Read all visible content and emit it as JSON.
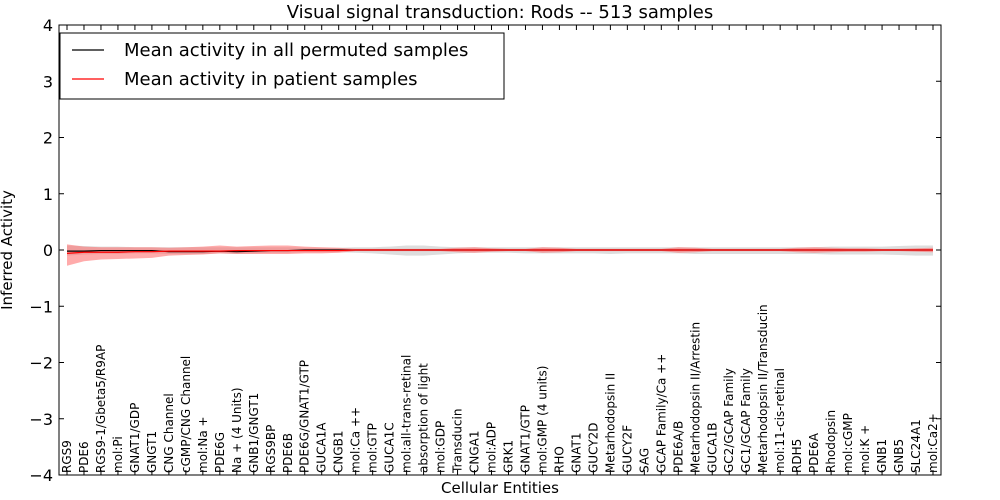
{
  "chart_data": {
    "type": "line",
    "title": "Visual signal transduction: Rods -- 513 samples",
    "xlabel": "Cellular Entities",
    "ylabel": "Inferred Activity",
    "ylim": [
      -4,
      4
    ],
    "yticks": [
      4,
      3,
      2,
      1,
      0,
      -1,
      -2,
      -3,
      -4
    ],
    "ytick_labels": [
      "4",
      "3",
      "2",
      "1",
      "0",
      "−1",
      "−2",
      "−3",
      "−4"
    ],
    "legend_placement": "top-left",
    "grid": false,
    "categories": [
      "RGS9",
      "PDE6",
      "RGS9-1/Gbeta5/R9AP",
      "mol:Pi",
      "GNAT1/GDP",
      "GNGT1",
      "CNG Channel",
      "cGMP/CNG Channel",
      "mol:Na +",
      "PDE6G",
      "Na + (4 Units)",
      "GNB1/GNGT1",
      "RGS9BP",
      "PDE6B",
      "PDE6G/GNAT1/GTP",
      "GUCA1A",
      "CNGB1",
      "mol:Ca ++",
      "mol:GTP",
      "GUCA1C",
      "mol:all-trans-retinal",
      "absorption of light",
      "mol:GDP",
      "Transducin",
      "CNGA1",
      "mol:ADP",
      "GRK1",
      "GNAT1/GTP",
      "mol:GMP (4 units)",
      "RHO",
      "GNAT1",
      "GUCY2D",
      "Metarhodopsin II",
      "GUCY2F",
      "SAG",
      "GCAP Family/Ca ++",
      "PDE6A/B",
      "Metarhodopsin II/Arrestin",
      "GUCA1B",
      "GC2/GCAP Family",
      "GC1/GCAP Family",
      "Metarhodopsin II/Transducin",
      "mol:11-cis-retinal",
      "RDH5",
      "PDE6A",
      "Rhodopsin",
      "mol:cGMP",
      "mol:K +",
      "GNB1",
      "GNB5",
      "SLC24A1",
      "mol:Ca2+"
    ],
    "series": [
      {
        "name": "Mean activity in all permuted samples",
        "color": "#000000",
        "band_color": "#b4b4b4",
        "values": [
          -0.02,
          -0.02,
          -0.01,
          -0.01,
          -0.01,
          -0.01,
          -0.03,
          -0.03,
          -0.03,
          -0.02,
          -0.03,
          -0.02,
          -0.01,
          -0.01,
          0.0,
          0.0,
          0.0,
          0.0,
          0.0,
          0.0,
          0.0,
          0.0,
          0.0,
          0.0,
          0.0,
          0.0,
          0.0,
          0.0,
          0.0,
          0.0,
          0.0,
          0.0,
          0.0,
          0.0,
          0.0,
          0.0,
          0.0,
          0.0,
          0.0,
          0.0,
          0.0,
          0.0,
          0.0,
          0.0,
          0.0,
          0.0,
          0.0,
          0.0,
          0.0,
          0.0,
          0.0,
          0.0
        ],
        "band_low": [
          -0.1,
          -0.08,
          -0.07,
          -0.07,
          -0.06,
          -0.06,
          -0.07,
          -0.07,
          -0.07,
          -0.06,
          -0.07,
          -0.06,
          -0.05,
          -0.05,
          -0.04,
          -0.04,
          -0.04,
          -0.05,
          -0.06,
          -0.08,
          -0.1,
          -0.1,
          -0.08,
          -0.06,
          -0.05,
          -0.05,
          -0.05,
          -0.06,
          -0.06,
          -0.06,
          -0.06,
          -0.06,
          -0.07,
          -0.06,
          -0.06,
          -0.06,
          -0.06,
          -0.07,
          -0.07,
          -0.07,
          -0.07,
          -0.07,
          -0.07,
          -0.07,
          -0.07,
          -0.08,
          -0.08,
          -0.08,
          -0.08,
          -0.09,
          -0.1,
          -0.1
        ],
        "band_high": [
          0.08,
          0.07,
          0.06,
          0.06,
          0.05,
          0.05,
          0.05,
          0.05,
          0.05,
          0.05,
          0.05,
          0.05,
          0.05,
          0.05,
          0.04,
          0.04,
          0.04,
          0.05,
          0.05,
          0.06,
          0.08,
          0.08,
          0.06,
          0.05,
          0.05,
          0.05,
          0.05,
          0.05,
          0.05,
          0.05,
          0.05,
          0.05,
          0.05,
          0.05,
          0.05,
          0.05,
          0.05,
          0.05,
          0.05,
          0.05,
          0.05,
          0.05,
          0.05,
          0.05,
          0.05,
          0.06,
          0.06,
          0.06,
          0.06,
          0.07,
          0.08,
          0.08
        ]
      },
      {
        "name": "Mean activity in patient samples",
        "color": "#ff0000",
        "band_color": "#ff6666",
        "values": [
          -0.06,
          -0.04,
          -0.04,
          -0.04,
          -0.03,
          -0.03,
          -0.02,
          -0.02,
          -0.02,
          -0.02,
          -0.01,
          -0.01,
          -0.01,
          -0.01,
          -0.01,
          -0.01,
          -0.01,
          0.0,
          0.0,
          0.0,
          0.0,
          0.0,
          0.0,
          0.0,
          0.0,
          0.0,
          0.0,
          0.0,
          0.0,
          0.0,
          0.0,
          0.0,
          0.0,
          0.0,
          0.0,
          0.0,
          0.0,
          0.0,
          0.0,
          0.0,
          0.0,
          0.0,
          0.0,
          0.0,
          0.0,
          0.0,
          0.0,
          0.0,
          0.0,
          0.0,
          0.0,
          0.0
        ],
        "band_low": [
          -0.28,
          -0.2,
          -0.17,
          -0.16,
          -0.15,
          -0.14,
          -0.1,
          -0.09,
          -0.08,
          -0.06,
          -0.07,
          -0.07,
          -0.07,
          -0.07,
          -0.06,
          -0.06,
          -0.05,
          -0.02,
          -0.02,
          -0.02,
          -0.02,
          -0.02,
          -0.02,
          -0.04,
          -0.05,
          -0.03,
          -0.02,
          -0.02,
          -0.05,
          -0.04,
          -0.02,
          -0.02,
          -0.02,
          -0.02,
          -0.02,
          -0.02,
          -0.05,
          -0.04,
          -0.02,
          -0.02,
          -0.02,
          -0.02,
          -0.02,
          -0.04,
          -0.05,
          -0.04,
          -0.03,
          -0.03,
          -0.02,
          -0.02,
          -0.03,
          -0.04
        ],
        "band_high": [
          0.1,
          0.06,
          0.05,
          0.05,
          0.05,
          0.05,
          0.04,
          0.05,
          0.06,
          0.08,
          0.06,
          0.07,
          0.08,
          0.08,
          0.06,
          0.05,
          0.04,
          0.02,
          0.02,
          0.02,
          0.02,
          0.02,
          0.02,
          0.04,
          0.05,
          0.03,
          0.02,
          0.02,
          0.05,
          0.04,
          0.02,
          0.02,
          0.02,
          0.02,
          0.02,
          0.02,
          0.05,
          0.04,
          0.02,
          0.02,
          0.02,
          0.02,
          0.02,
          0.04,
          0.05,
          0.04,
          0.03,
          0.03,
          0.02,
          0.02,
          0.03,
          0.04
        ]
      }
    ]
  }
}
